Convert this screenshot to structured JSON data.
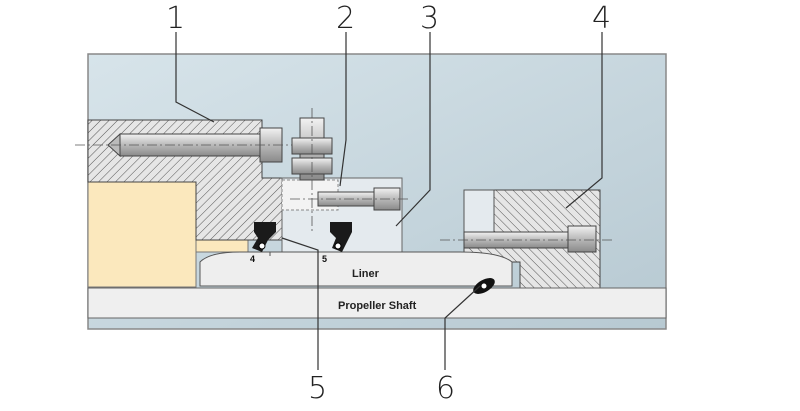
{
  "diagram": {
    "callouts": [
      "1",
      "2",
      "3",
      "4",
      "5",
      "6"
    ],
    "labels": {
      "liner": "Liner",
      "shaft": "Propeller Shaft",
      "seal_left": "4",
      "seal_right": "5"
    }
  }
}
